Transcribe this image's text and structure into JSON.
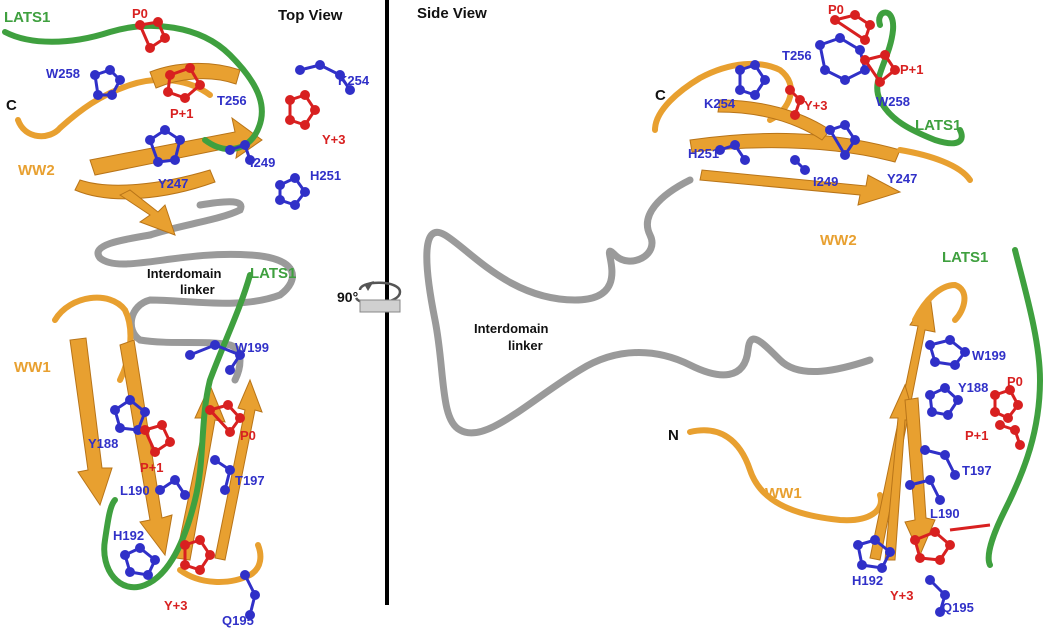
{
  "colors": {
    "ww": "#e8a030",
    "ww_dark": "#b87418",
    "lats": "#3fa03f",
    "linker": "#9a9a9a",
    "blue_res": "#3030c8",
    "red_res": "#d82020",
    "divider": "#000000"
  },
  "rotation": {
    "label": "90°",
    "icon": "rotate-arrow-icon"
  },
  "top_view": {
    "title": "Top View",
    "terminus_c": "C",
    "ww1": "WW1",
    "ww2": "WW2",
    "lats1_top": "LATS1",
    "lats1_mid": "LATS1",
    "linker_line1": "Interdomain",
    "linker_line2": "linker",
    "residues": {
      "w258": "W258",
      "p0_top": "P0",
      "p1_top": "P+1",
      "t256": "T256",
      "k254": "K254",
      "y3_top": "Y+3",
      "i249": "I249",
      "h251": "H251",
      "y247": "Y247",
      "w199": "W199",
      "y188": "Y188",
      "p1_bot": "P+1",
      "p0_bot": "P0",
      "l190": "L190",
      "t197": "T197",
      "h192": "H192",
      "y3_bot": "Y+3",
      "q195": "Q195"
    }
  },
  "side_view": {
    "title": "Side View",
    "terminus_c": "C",
    "terminus_n": "N",
    "ww1": "WW1",
    "ww2": "WW2",
    "lats1_top": "LATS1",
    "lats1_bot": "LATS1",
    "linker_line1": "Interdomain",
    "linker_line2": "linker",
    "residues": {
      "p0_top": "P0",
      "t256": "T256",
      "p1_top": "P+1",
      "k254": "K254",
      "y3_top": "Y+3",
      "w258": "W258",
      "h251": "H251",
      "i249": "I249",
      "y247": "Y247",
      "w199": "W199",
      "y188": "Y188",
      "p0_bot": "P0",
      "p1_bot": "P+1",
      "t197": "T197",
      "l190": "L190",
      "h192": "H192",
      "y3_bot": "Y+3",
      "q195": "Q195"
    }
  }
}
